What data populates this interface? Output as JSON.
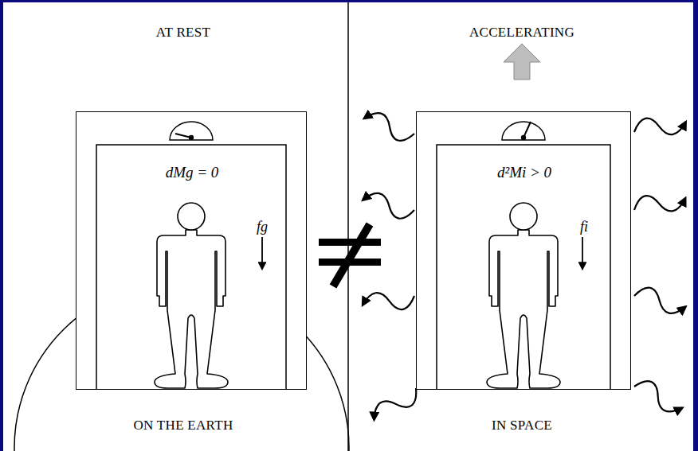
{
  "diagram": {
    "nodes": [
      {
        "text": [
          "AT REST",
          "ON THE EARTH"
        ]
      },
      {
        "text": [
          "dMg = 0"
        ],
        "in": 0
      },
      {
        "text": [
          "ACCELERATING",
          "IN SPACE"
        ]
      },
      {
        "text": [
          "d²Mi > 0"
        ],
        "in": 2
      }
    ],
    "labels": [
      "fg",
      "fi"
    ]
  }
}
